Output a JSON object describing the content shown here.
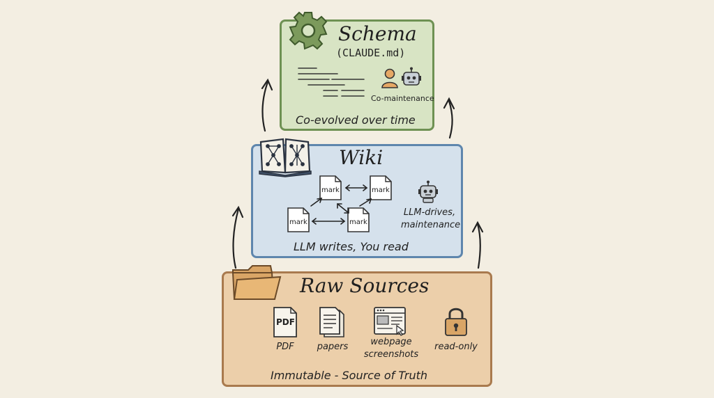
{
  "schema": {
    "title": "Schema",
    "subtitle": "(CLAUDE.md)",
    "badge": "Co-maintenance",
    "caption": "Co-evolved over time",
    "icon": "gear-icon"
  },
  "wiki": {
    "title": "Wiki",
    "docs": [
      "mark",
      "mark",
      "mark",
      "mark"
    ],
    "robot_label_line1": "LLM-drives,",
    "robot_label_line2": "maintenance",
    "caption": "LLM writes, You read",
    "icon": "book-graph-icon"
  },
  "raw": {
    "title": "Raw Sources",
    "items": [
      {
        "label": "PDF",
        "icon": "pdf-icon",
        "icon_text": "PDF"
      },
      {
        "label": "papers",
        "icon": "papers-icon"
      },
      {
        "label_line1": "webpage",
        "label_line2": "screenshots",
        "icon": "webpage-icon"
      },
      {
        "label": "read-only",
        "icon": "lock-icon"
      }
    ],
    "caption": "Immutable - Source of Truth",
    "icon": "folder-icon"
  },
  "colors": {
    "schema_fill": "#d8e4c4",
    "schema_border": "#6e9153",
    "wiki_fill": "#d5e1ec",
    "wiki_border": "#5e86ad",
    "raw_fill": "#eccfaa",
    "raw_border": "#a97a4e"
  }
}
